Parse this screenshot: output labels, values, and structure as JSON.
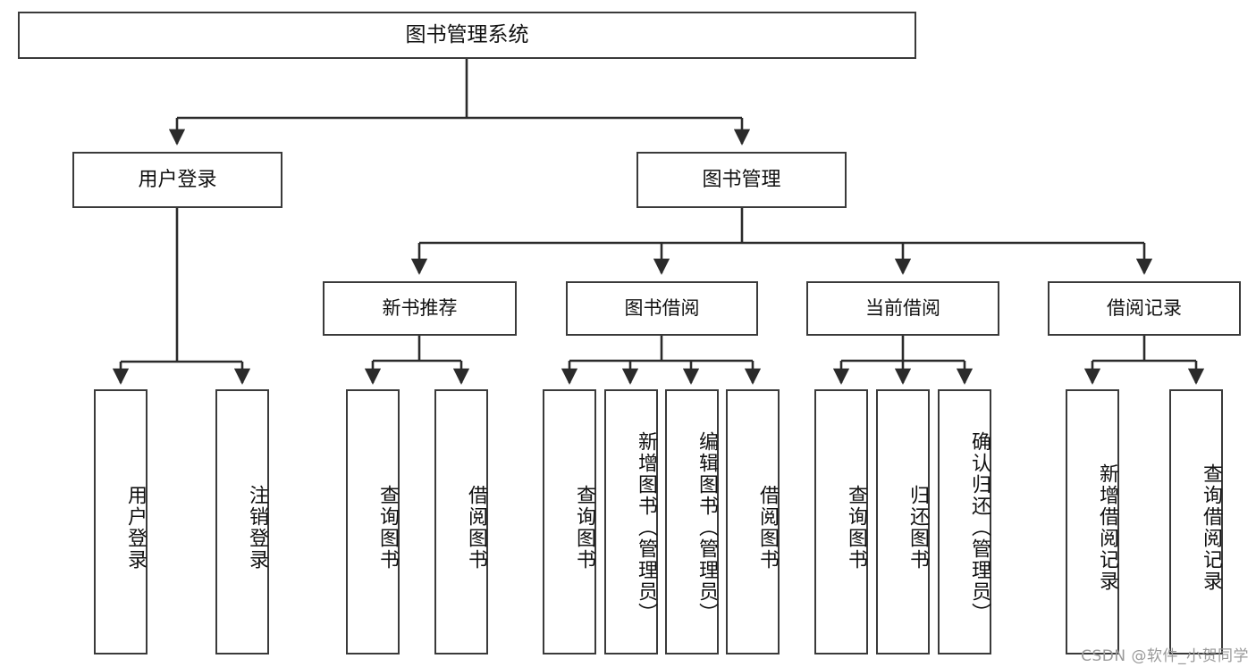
{
  "diagram": {
    "type": "tree",
    "title": "图书管理系统",
    "watermark": "CSDN @软件_小贺同学",
    "colors": {
      "node_border": "#3a3a3a",
      "node_fill": "#ffffff",
      "edge": "#2b2b2b",
      "text": "#111111",
      "watermark": "#9a9a9a"
    },
    "nodes": {
      "root": "图书管理系统",
      "user_login": "用户登录",
      "book_manage": "图书管理",
      "new_book_rec": "新书推荐",
      "book_borrow": "图书借阅",
      "current_borrow": "当前借阅",
      "borrow_record": "借阅记录",
      "leaf_user_login": "用户登录",
      "leaf_user_logout": "注销登录",
      "leaf_nbr_query": "查询图书",
      "leaf_nbr_borrow": "借阅图书",
      "leaf_bb_query": "查询图书",
      "leaf_bb_add": "新增图书（管理员）",
      "leaf_bb_edit": "编辑图书（管理员）",
      "leaf_bb_borrow": "借阅图书",
      "leaf_cb_query": "查询图书",
      "leaf_cb_return": "归还图书",
      "leaf_cb_confirm": "确认归还（管理员）",
      "leaf_br_add": "新增借阅记录",
      "leaf_br_query": "查询借阅记录"
    }
  }
}
